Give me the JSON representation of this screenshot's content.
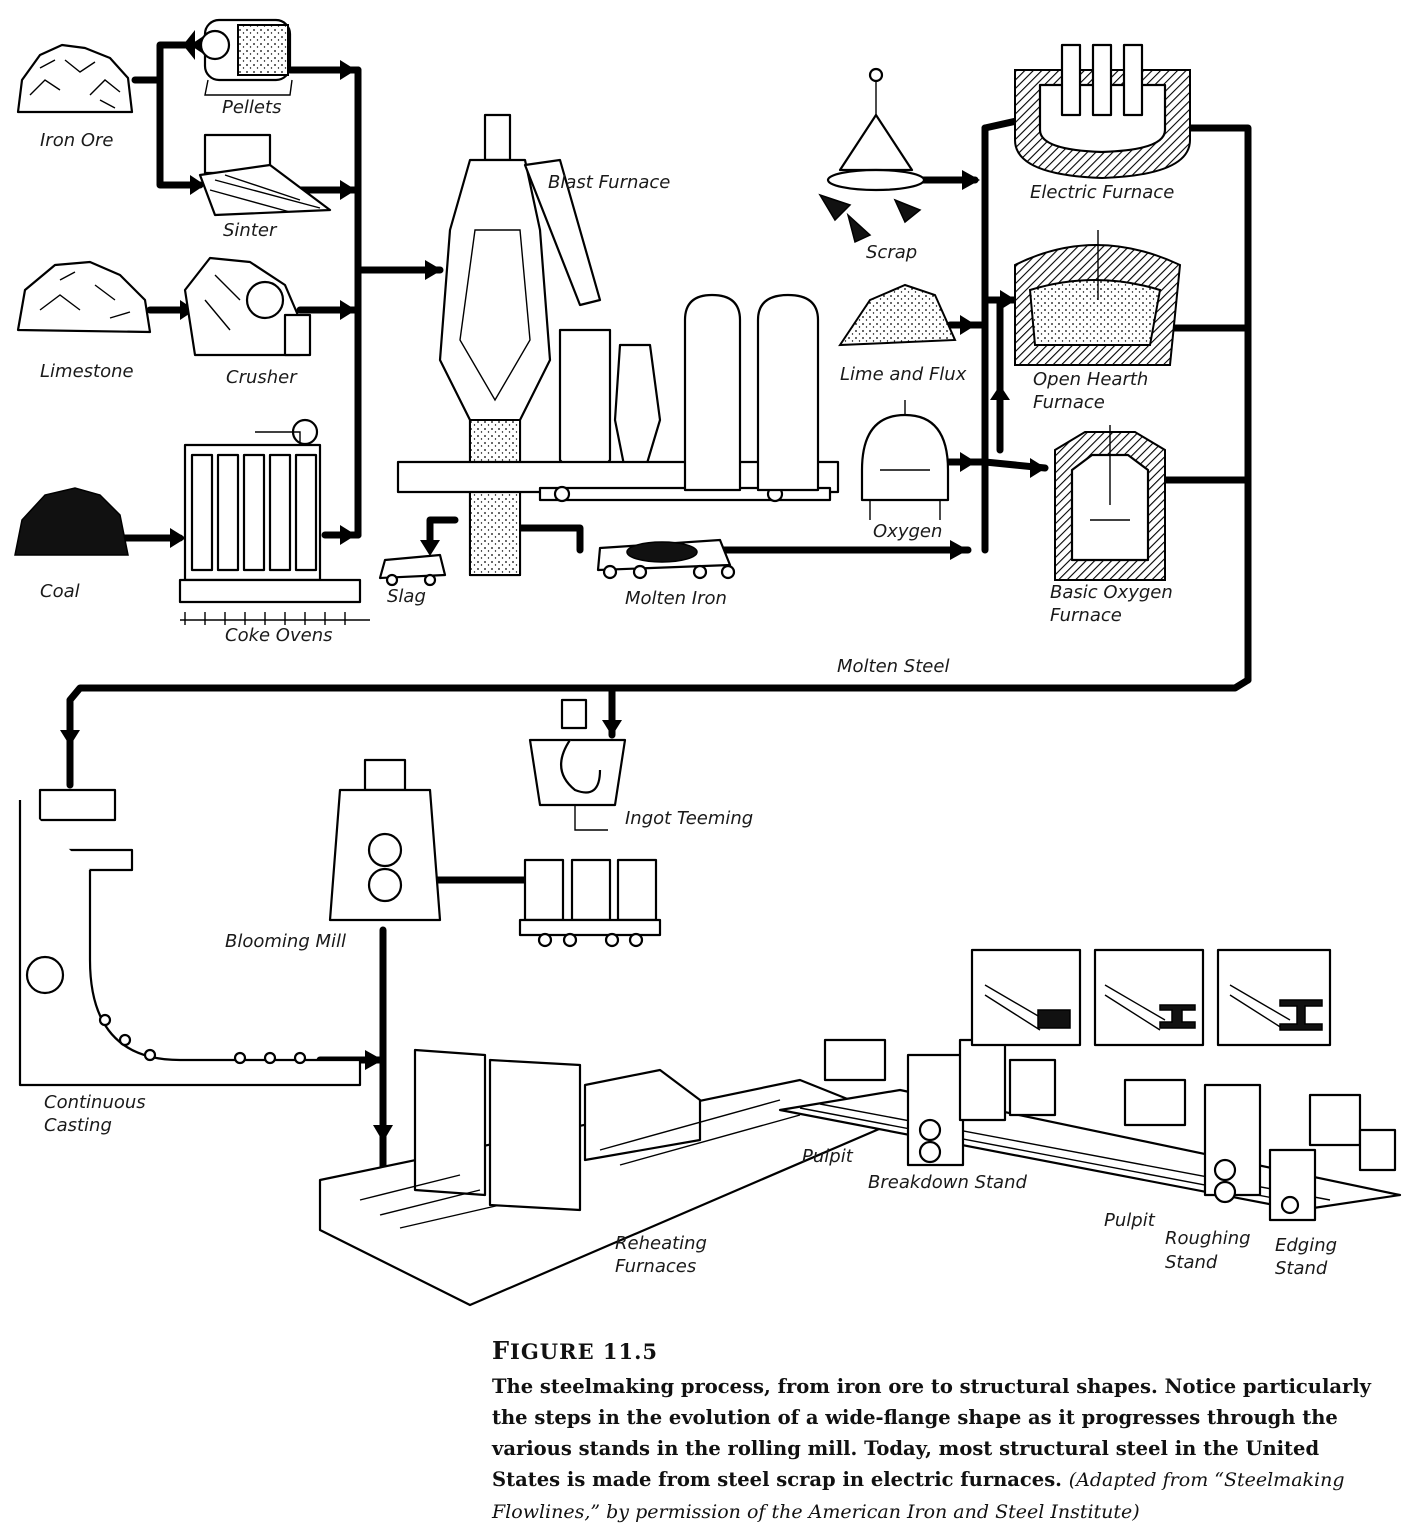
{
  "labels": {
    "iron_ore": "Iron Ore",
    "pellets": "Pellets",
    "sinter": "Sinter",
    "limestone": "Limestone",
    "crusher": "Crusher",
    "coal": "Coal",
    "coke_ovens": "Coke Ovens",
    "blast_furnace": "Blast Furnace",
    "slag": "Slag",
    "molten_iron": "Molten Iron",
    "scrap": "Scrap",
    "lime_and_flux": "Lime and Flux",
    "oxygen": "Oxygen",
    "electric_furnace": "Electric Furnace",
    "open_hearth_1": "Open Hearth",
    "open_hearth_2": "Furnace",
    "bof_1": "Basic Oxygen",
    "bof_2": "Furnace",
    "molten_steel": "Molten Steel",
    "ingot_teeming": "Ingot Teeming",
    "blooming_mill": "Blooming Mill",
    "continuous_casting_1": "Continuous",
    "continuous_casting_2": "Casting",
    "pulpit_1": "Pulpit",
    "breakdown_stand": "Breakdown Stand",
    "pulpit_2": "Pulpit",
    "roughing_stand_1": "Roughing",
    "roughing_stand_2": "Stand",
    "edging_stand_1": "Edging",
    "edging_stand_2": "Stand",
    "reheating_furnaces_1": "Reheating",
    "reheating_furnaces_2": "Furnaces"
  },
  "caption": {
    "figure_prefix": "F",
    "figure_rest": "IGURE 11.5",
    "text": "The steelmaking process, from iron ore to structural shapes. Notice particularly the steps in the evolution of a wide-flange shape as it progresses through the various stands in the rolling mill. Today, most structural steel in the United States is made from steel scrap in electric furnaces.",
    "credit": "(Adapted from “Steelmaking Flowlines,” by permission of the American Iron and Steel Institute)"
  }
}
